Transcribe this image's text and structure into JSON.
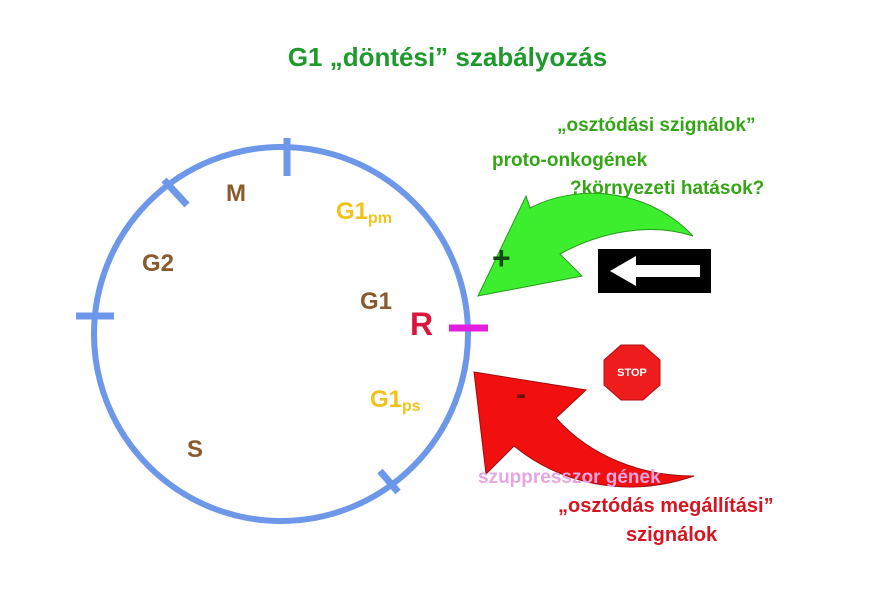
{
  "title": "G1 „döntési” szabályozás",
  "labels": {
    "division_signals": "„osztódási szignálok”",
    "proto_oncogenes": "proto-onkogének",
    "environmental_effects": "?környezeti hatások?",
    "suppressor_genes": "szuppresszor gének",
    "stop_signals_line1": "„osztódás megállítási”",
    "stop_signals_line2": "szignálok"
  },
  "phases": {
    "m": "M",
    "g2": "G2",
    "s": "S",
    "g1": "G1",
    "g1pm_main": "G1",
    "g1pm_sub": "pm",
    "g1ps_main": "G1",
    "g1ps_sub": "ps",
    "restriction": "R"
  },
  "symbols": {
    "plus": "+",
    "minus": "-",
    "stop": "STOP"
  },
  "colors": {
    "circle": "#6d97e8",
    "green_arrow": "#3cee2e",
    "red_arrow": "#f20f0f",
    "restriction_marker": "#e21ee0",
    "stop_sign": "#ee1c1c",
    "title": "#1e9a2c"
  },
  "icons": {
    "left_arrow_sign": "left-arrow-sign-icon",
    "stop_sign": "stop-sign-icon"
  }
}
